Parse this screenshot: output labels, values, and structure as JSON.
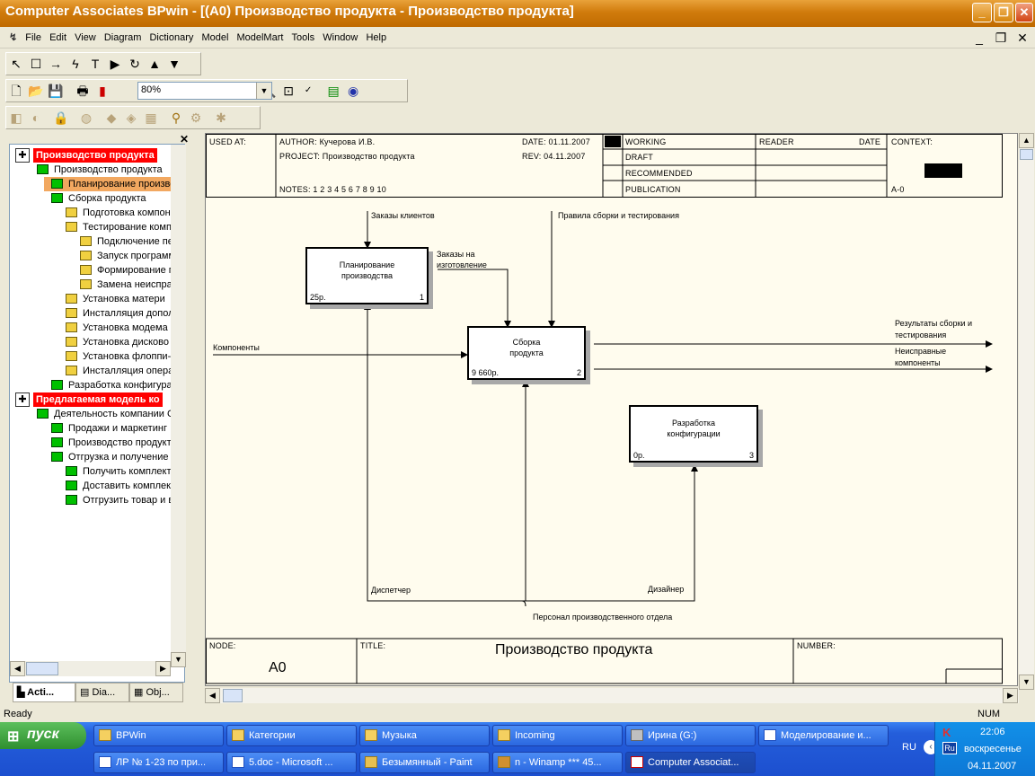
{
  "window": {
    "title": "Computer Associates BPwin - [(A0) Производство продукта - Производство продукта]"
  },
  "menu": [
    "File",
    "Edit",
    "View",
    "Diagram",
    "Dictionary",
    "Model",
    "ModelMart",
    "Tools",
    "Window",
    "Help"
  ],
  "toolbar": {
    "zoom": "80%"
  },
  "tree": [
    {
      "label": "Производство продукта",
      "level": 0,
      "kind": "header"
    },
    {
      "label": "Производство продукта",
      "level": 1,
      "kind": "green"
    },
    {
      "label": "Планирование произво",
      "level": 2,
      "kind": "green",
      "selected": true
    },
    {
      "label": "Сборка продукта",
      "level": 2,
      "kind": "green"
    },
    {
      "label": "Подготовка компонен",
      "level": 3,
      "kind": "yellow"
    },
    {
      "label": "Тестирование компь",
      "level": 3,
      "kind": "yellow"
    },
    {
      "label": "Подключение пер",
      "level": 4,
      "kind": "yellow"
    },
    {
      "label": "Запуск программ",
      "level": 4,
      "kind": "yellow"
    },
    {
      "label": "Формирование п",
      "level": 4,
      "kind": "yellow"
    },
    {
      "label": "Замена неисправ",
      "level": 4,
      "kind": "yellow"
    },
    {
      "label": "Установка матери",
      "level": 3,
      "kind": "yellow"
    },
    {
      "label": "Инсталляция дополн",
      "level": 3,
      "kind": "yellow"
    },
    {
      "label": "Установка модема",
      "level": 3,
      "kind": "yellow"
    },
    {
      "label": "Установка дисково",
      "level": 3,
      "kind": "yellow"
    },
    {
      "label": "Установка флоппи-д",
      "level": 3,
      "kind": "yellow"
    },
    {
      "label": "Инсталляция операц",
      "level": 3,
      "kind": "yellow"
    },
    {
      "label": "Разработка конфигурац",
      "level": 2,
      "kind": "green"
    },
    {
      "label": "Предлагаемая модель ко",
      "level": 0,
      "kind": "header"
    },
    {
      "label": "Деятельность компании С",
      "level": 1,
      "kind": "green"
    },
    {
      "label": "Продажи и маркетинг",
      "level": 2,
      "kind": "green"
    },
    {
      "label": "Производство продукта",
      "level": 2,
      "kind": "green"
    },
    {
      "label": "Отгрузка и получение",
      "level": 2,
      "kind": "green"
    },
    {
      "label": "Получить комплекту",
      "level": 3,
      "kind": "green"
    },
    {
      "label": "Доставить комплект",
      "level": 3,
      "kind": "green"
    },
    {
      "label": "Отгрузить товар и в",
      "level": 3,
      "kind": "green"
    }
  ],
  "tabs": [
    "Acti...",
    "Dia...",
    "Obj..."
  ],
  "frame": {
    "used_at": "USED AT:",
    "author": "AUTHOR:  Кучерова И.В.",
    "project": "PROJECT:  Производство продукта",
    "date": "DATE: 01.11.2007",
    "rev": "REV:    04.11.2007",
    "notes": "NOTES:  1  2  3  4  5  6  7  8  9  10",
    "working": "WORKING",
    "draft": "DRAFT",
    "recommended": "RECOMMENDED",
    "publication": "PUBLICATION",
    "reader": "READER",
    "date2": "DATE",
    "context": "CONTEXT:",
    "context_node": "A-0",
    "node_label": "NODE:",
    "node": "A0",
    "title_label": "TITLE:",
    "title": "Производство продукта",
    "number_label": "NUMBER:"
  },
  "boxes": [
    {
      "title": "Планирование производства",
      "cost": "25р.",
      "num": "1"
    },
    {
      "title": "Сборка продукта",
      "cost": "9 660р.",
      "num": "2"
    },
    {
      "title": "Разработка конфигурации",
      "cost": "0р.",
      "num": "3"
    }
  ],
  "arrows": {
    "orders": "Заказы клиентов",
    "rules": "Правила сборки и тестирования",
    "prod_orders": "Заказы на изготовление",
    "components": "Компоненты",
    "results": "Результаты сборки и тестирования",
    "faulty": "Неисправные компоненты",
    "dispatcher": "Диспетчер",
    "designer": "Дизайнер",
    "staff": "Персонал производственного отдела"
  },
  "status": {
    "text": "Ready",
    "num": "NUM"
  },
  "taskbar": {
    "start": "пуск",
    "row1": [
      "BPWin",
      "Категории",
      "Музыка",
      "Incoming",
      "Ирина (G:)",
      "Моделирование и..."
    ],
    "row2": [
      "ЛР № 1-23 по при...",
      "5.doc - Microsoft ...",
      "Безымянный - Paint",
      "n - Winamp *** 45...",
      "Computer Associat..."
    ],
    "lang": "RU",
    "lang2": "Ru",
    "time": "22:06",
    "day": "воскресенье",
    "date": "04.11.2007"
  }
}
